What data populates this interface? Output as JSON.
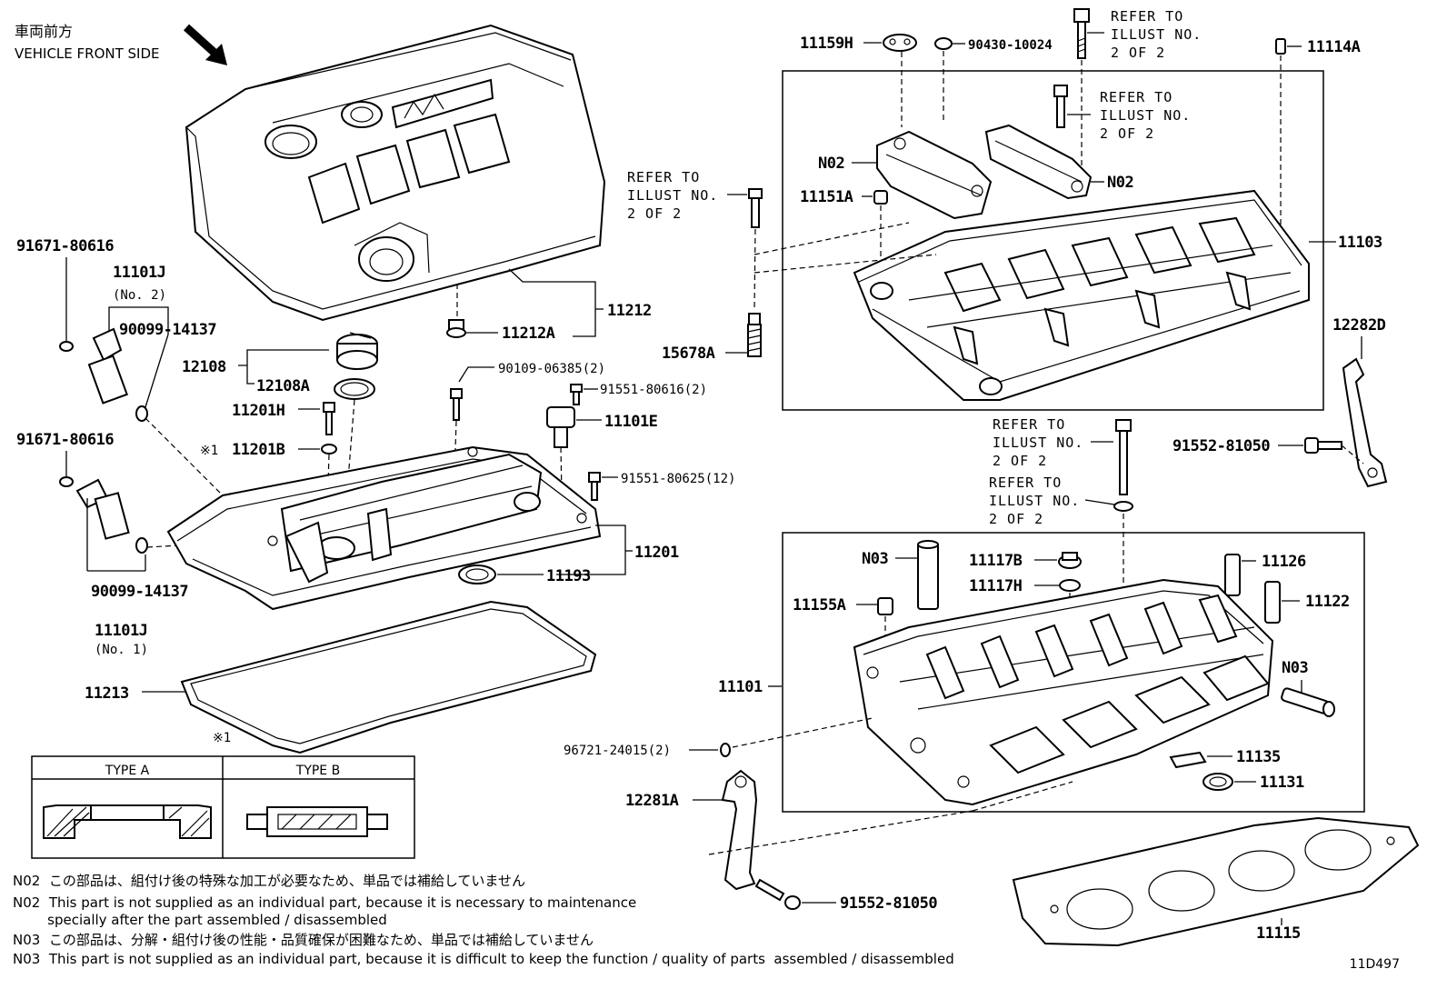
{
  "header": {
    "jp": "車両前方",
    "en": "VEHICLE FRONT SIDE"
  },
  "refer": {
    "l1": "REFER TO",
    "l2": "ILLUST NO.",
    "l3": "2 OF 2"
  },
  "labels": {
    "p11159H": "11159H",
    "p90430": "90430-10024",
    "p11114A": "11114A",
    "p11103": "11103",
    "pN02a": "N02",
    "pN02b": "N02",
    "p11151A": "11151A",
    "p15678A": "15678A",
    "p12282D": "12282D",
    "p91552a": "91552-81050",
    "p91671a": "91671-80616",
    "p11101Ja": "11101J",
    "pNo2": "(No. 2)",
    "p90099a": "90099-14137",
    "p12108": "12108",
    "p12108A": "12108A",
    "p11212": "11212",
    "p11212A": "11212A",
    "p90109": "90109-06385(2)",
    "p91551a": "91551-80616(2)",
    "p11201H": "11201H",
    "p11101E": "11101E",
    "mark1a": "※1",
    "p11201B": "11201B",
    "p91551b": "91551-80625(12)",
    "p91671b": "91671-80616",
    "p11201": "11201",
    "p11193": "11193",
    "p90099b": "90099-14137",
    "p11101Jb": "11101J",
    "pNo1": "(No. 1)",
    "p11213": "11213",
    "mark1b": "※1",
    "pN03a": "N03",
    "p11117B": "11117B",
    "p11126": "11126",
    "p11117H": "11117H",
    "p11122": "11122",
    "p11155A": "11155A",
    "pN03b": "N03",
    "p11101": "11101",
    "p96721": "96721-24015(2)",
    "p11135": "11135",
    "p11131": "11131",
    "p12281A": "12281A",
    "p91552b": "91552-81050",
    "p11115": "11115",
    "code": "11D497"
  },
  "types": {
    "a": "TYPE A",
    "b": "TYPE B"
  },
  "notes": {
    "n02_jp": "N02  この部品は、組付け後の特殊な加工が必要なため、単品では補給していません",
    "n02_en": "N02  This part is not supplied as an individual part, because it is necessary to maintenance\n        specially after the part assembled / disassembled",
    "n03_jp": "N03  この部品は、分解・組付け後の性能・品質確保が困難なため、単品では補給していません",
    "n03_en": "N03  This part is not supplied as an individual part, because it is difficult to keep the function / quality of parts  assembled / disassembled"
  },
  "icons": [
    "arrow-icon",
    "toyota-logo",
    "vvti-logo"
  ]
}
